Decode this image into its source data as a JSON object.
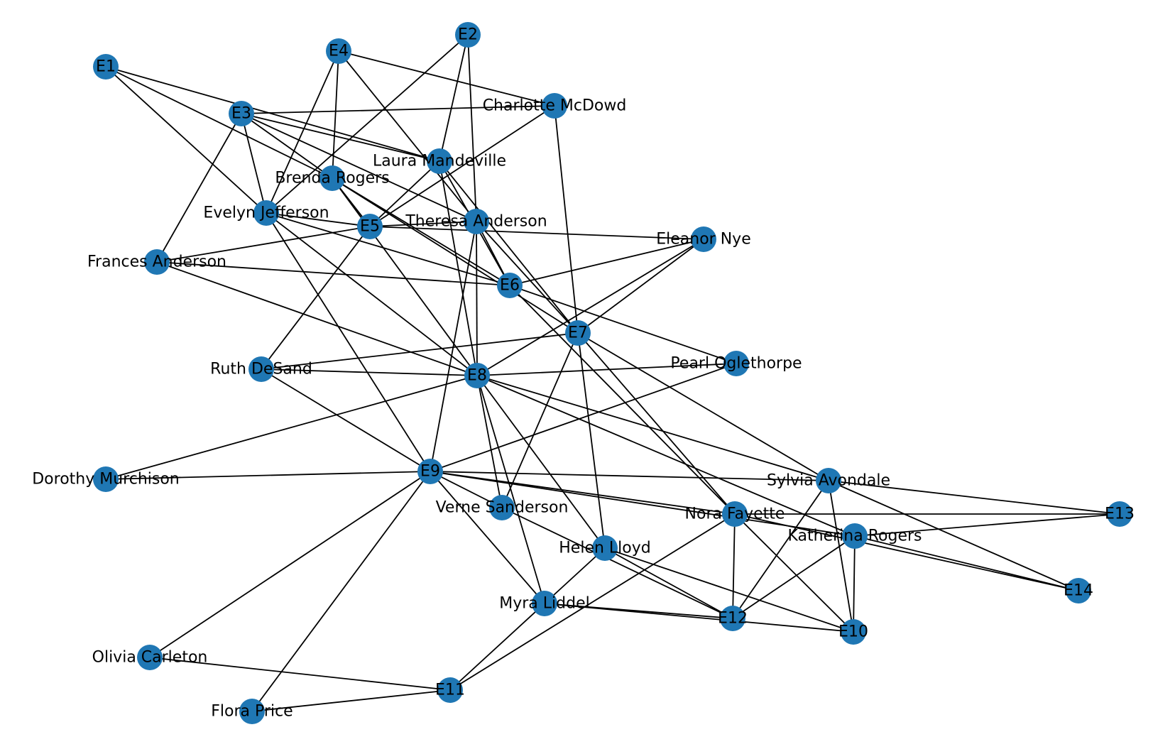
{
  "diagram": {
    "type": "network",
    "node_color": "#1f77b4",
    "edge_color": "#000000",
    "nodes": [
      {
        "id": "E1",
        "label": "E1"
      },
      {
        "id": "E2",
        "label": "E2"
      },
      {
        "id": "E3",
        "label": "E3"
      },
      {
        "id": "E4",
        "label": "E4"
      },
      {
        "id": "E5",
        "label": "E5"
      },
      {
        "id": "E6",
        "label": "E6"
      },
      {
        "id": "E7",
        "label": "E7"
      },
      {
        "id": "E8",
        "label": "E8"
      },
      {
        "id": "E9",
        "label": "E9"
      },
      {
        "id": "E10",
        "label": "E10"
      },
      {
        "id": "E11",
        "label": "E11"
      },
      {
        "id": "E12",
        "label": "E12"
      },
      {
        "id": "E13",
        "label": "E13"
      },
      {
        "id": "E14",
        "label": "E14"
      },
      {
        "id": "Evelyn",
        "label": "Evelyn Jefferson"
      },
      {
        "id": "Laura",
        "label": "Laura Mandeville"
      },
      {
        "id": "Theresa",
        "label": "Theresa Anderson"
      },
      {
        "id": "Brenda",
        "label": "Brenda Rogers"
      },
      {
        "id": "Charlotte",
        "label": "Charlotte McDowd"
      },
      {
        "id": "Frances",
        "label": "Frances Anderson"
      },
      {
        "id": "Eleanor",
        "label": "Eleanor Nye"
      },
      {
        "id": "Pearl",
        "label": "Pearl Oglethorpe"
      },
      {
        "id": "Ruth",
        "label": "Ruth DeSand"
      },
      {
        "id": "Verne",
        "label": "Verne Sanderson"
      },
      {
        "id": "Myra",
        "label": "Myra Liddel"
      },
      {
        "id": "Katherina",
        "label": "Katherina Rogers"
      },
      {
        "id": "Sylvia",
        "label": "Sylvia Avondale"
      },
      {
        "id": "Nora",
        "label": "Nora Fayette"
      },
      {
        "id": "Helen",
        "label": "Helen Lloyd"
      },
      {
        "id": "Dorothy",
        "label": "Dorothy Murchison"
      },
      {
        "id": "Olivia",
        "label": "Olivia Carleton"
      },
      {
        "id": "Flora",
        "label": "Flora Price"
      }
    ],
    "edges": {
      "Evelyn": [
        "E1",
        "E2",
        "E3",
        "E4",
        "E5",
        "E6",
        "E8",
        "E9"
      ],
      "Laura": [
        "E1",
        "E2",
        "E3",
        "E5",
        "E6",
        "E7",
        "E8"
      ],
      "Theresa": [
        "E2",
        "E3",
        "E4",
        "E5",
        "E6",
        "E7",
        "E8",
        "E9"
      ],
      "Brenda": [
        "E1",
        "E3",
        "E4",
        "E5",
        "E6",
        "E7",
        "E8"
      ],
      "Charlotte": [
        "E3",
        "E4",
        "E5",
        "E7"
      ],
      "Frances": [
        "E3",
        "E5",
        "E6",
        "E8"
      ],
      "Eleanor": [
        "E5",
        "E6",
        "E7",
        "E8"
      ],
      "Pearl": [
        "E6",
        "E8",
        "E9"
      ],
      "Ruth": [
        "E5",
        "E7",
        "E8",
        "E9"
      ],
      "Verne": [
        "E7",
        "E8",
        "E9",
        "E12"
      ],
      "Myra": [
        "E8",
        "E9",
        "E10",
        "E12"
      ],
      "Katherina": [
        "E8",
        "E9",
        "E10",
        "E12",
        "E13",
        "E14"
      ],
      "Sylvia": [
        "E7",
        "E8",
        "E9",
        "E10",
        "E12",
        "E13",
        "E14"
      ],
      "Nora": [
        "E6",
        "E7",
        "E9",
        "E10",
        "E11",
        "E12",
        "E13",
        "E14"
      ],
      "Helen": [
        "E7",
        "E8",
        "E10",
        "E11",
        "E12"
      ],
      "Dorothy": [
        "E8",
        "E9"
      ],
      "Olivia": [
        "E9",
        "E11"
      ],
      "Flora": [
        "E9",
        "E11"
      ]
    }
  }
}
